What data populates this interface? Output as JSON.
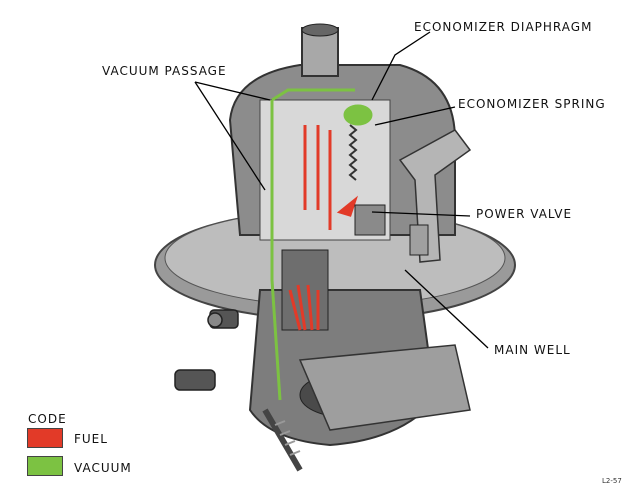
{
  "labels": {
    "economizer_diaphragm": "ECONOMIZER DIAPHRAGM",
    "vacuum_passage": "VACUUM PASSAGE",
    "economizer_spring": "ECONOMIZER SPRING",
    "power_valve": "POWER  VALVE",
    "main_well": "MAIN WELL",
    "figure_code": "L2-57"
  },
  "legend": {
    "title": "CODE",
    "items": [
      {
        "label": "FUEL",
        "color": "#e23a28"
      },
      {
        "label": "VACUUM",
        "color": "#7cc242"
      }
    ]
  },
  "colors": {
    "fuel": "#e23a28",
    "vacuum": "#7cc242",
    "metal_dark": "#3a3a3a",
    "metal_mid": "#8a8a8a",
    "metal_light": "#c9c9c9"
  }
}
